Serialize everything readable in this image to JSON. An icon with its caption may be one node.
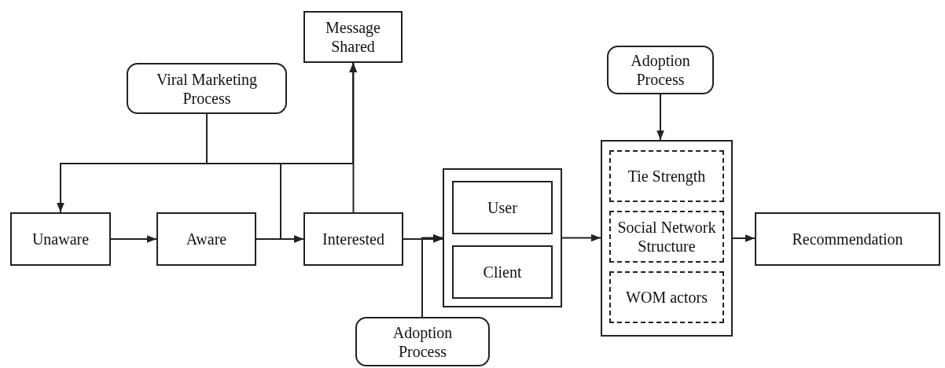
{
  "diagram": {
    "nodes": [
      {
        "text": [
          "Message Shared"
        ]
      },
      {
        "text": [
          "Viral Marketing Process"
        ]
      },
      {
        "text": [
          "Unaware"
        ]
      },
      {
        "text": [
          "Aware"
        ]
      },
      {
        "text": [
          "Interested"
        ]
      },
      {
        "text": [],
        "shape": "box"
      },
      {
        "text": [
          "User"
        ],
        "in": 5
      },
      {
        "text": [
          "Client"
        ],
        "in": 5
      },
      {
        "text": [
          "Adoption Process"
        ]
      },
      {
        "text": [
          "Adoption Process"
        ]
      },
      {
        "text": [],
        "shape": "box"
      },
      {
        "text": [
          "Tie Strength"
        ],
        "in": 10
      },
      {
        "text": [
          "Social Network Structure"
        ],
        "in": 10
      },
      {
        "text": [
          "WOM actors"
        ],
        "in": 10
      },
      {
        "text": [
          "Recommendation"
        ]
      }
    ],
    "edges": [
      {
        "from": 1,
        "to": 2,
        "arrow": "to"
      },
      {
        "from": 1,
        "to": 4,
        "arrow": "to"
      },
      {
        "from": 1,
        "to": 0,
        "arrow": "to"
      },
      {
        "from": 2,
        "to": 3,
        "arrow": "to"
      },
      {
        "from": 3,
        "to": 4,
        "arrow": "to"
      },
      {
        "from": 4,
        "to": 0,
        "arrow": "to"
      },
      {
        "from": 4,
        "to": 5,
        "arrow": "to"
      },
      {
        "from": 8,
        "to": 5,
        "arrow": "to"
      },
      {
        "from": 5,
        "to": 10,
        "arrow": "to"
      },
      {
        "from": 9,
        "to": 10,
        "arrow": "to"
      },
      {
        "from": 10,
        "to": 14,
        "arrow": "to"
      }
    ]
  }
}
